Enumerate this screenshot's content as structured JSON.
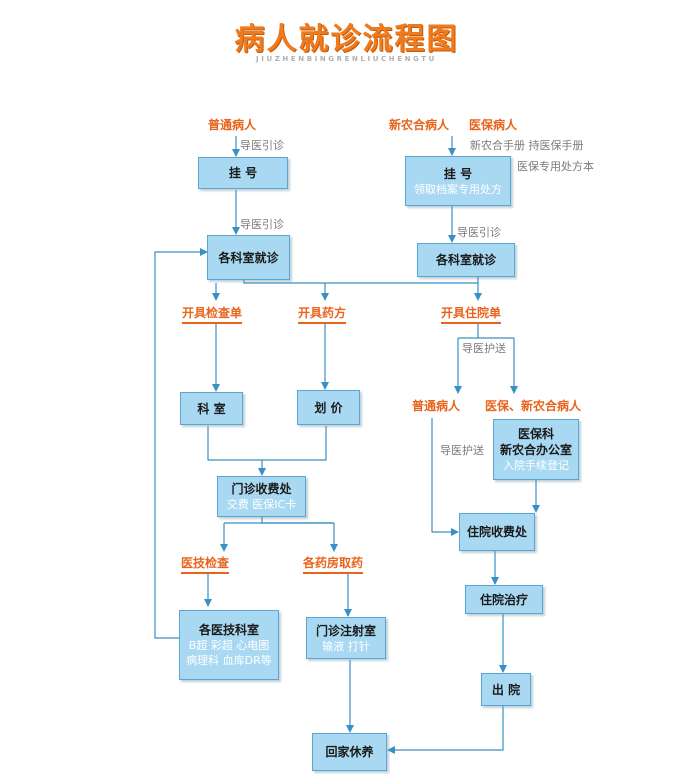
{
  "header": {
    "title": "病人就诊流程图",
    "subtitle": "JIUZHENBINGRENLIUCHENGTU"
  },
  "colors": {
    "accent": "#f07a1e",
    "box_fill": "#a9d9f2",
    "box_border": "#5aa6d0",
    "line": "#3a8fc4"
  },
  "left_flow": {
    "patient_label": "普通病人",
    "guide_note_1": "导医引诊",
    "register_box": "挂 号",
    "guide_note_2": "导医引诊"
  },
  "right_flow": {
    "patient_label_1": "新农合病人",
    "patient_label_2": "医保病人",
    "note_handbook": "新农合手册  持医保手册",
    "note_prescription": "医保专用处方本",
    "register_box": {
      "title": "挂 号",
      "sub": "领取档案专用处方"
    },
    "guide_note": "导医引诊",
    "dept_box": "各科室就诊"
  },
  "center": {
    "dept_box": "各科室就诊",
    "label_exam": "开具检查单",
    "label_rx": "开具药方",
    "label_admit": "开具住院单",
    "dept_room": "科 室",
    "pricing": "划 价",
    "cashier": {
      "title": "门诊收费处",
      "sub": "交费 医保IC卡"
    },
    "label_tech_exam": "医技检查",
    "label_pharmacy": "各药房取药",
    "tech_rooms": {
      "title": "各医技科室",
      "sub1": "B超 彩超 心电图",
      "sub2": "病理科 血库DR等"
    },
    "injection": {
      "title": "门诊注射室",
      "sub": "输液 打针"
    },
    "home": "回家休养"
  },
  "inpatient": {
    "escort_note_1": "导医护送",
    "label_general": "普通病人",
    "label_insured": "医保、新农合病人",
    "escort_note_2": "导医护送",
    "office": {
      "title1": "医保科",
      "title2": "新农合办公室",
      "sub": "入院手续登记"
    },
    "cashier": "住院收费处",
    "treatment": "住院治疗",
    "discharge": "出 院"
  }
}
